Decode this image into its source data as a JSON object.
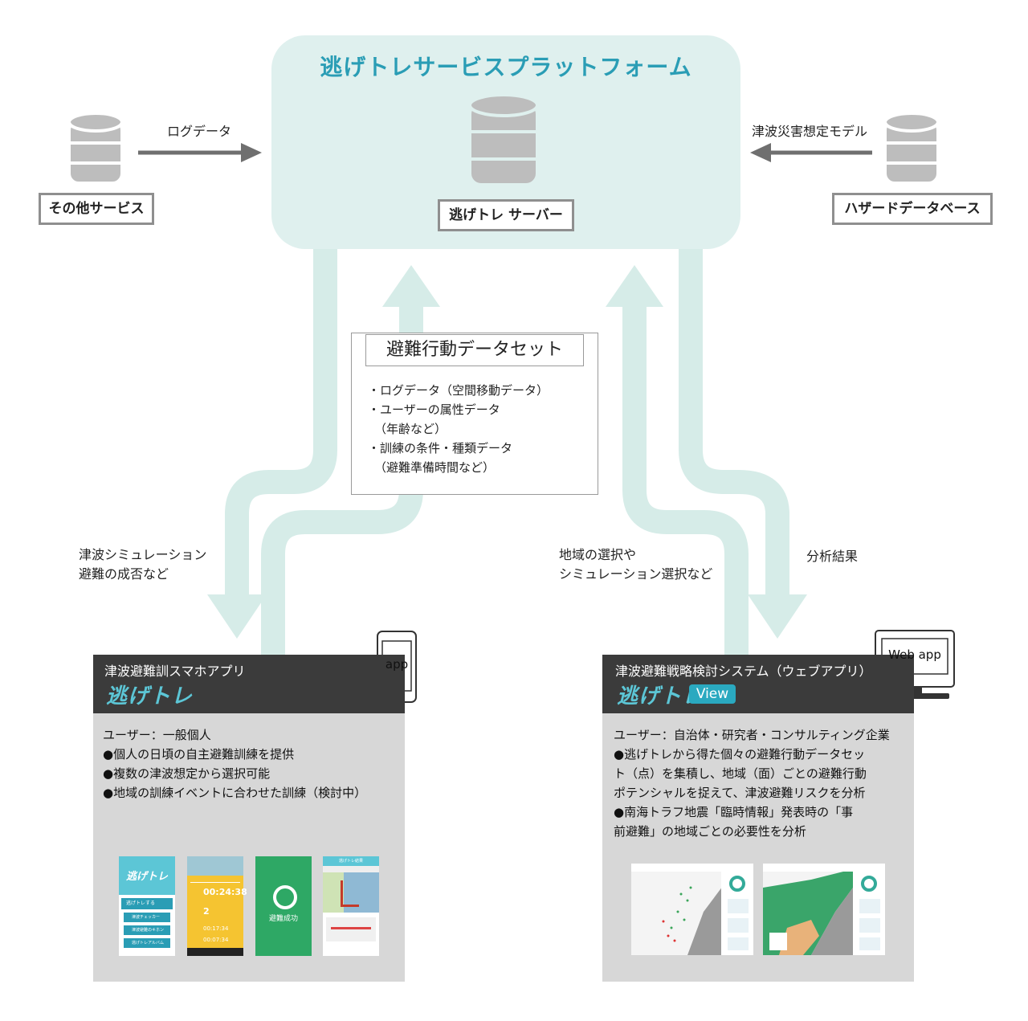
{
  "platform": {
    "title": "逃げトレサービスプラットフォーム",
    "server_label": "逃げトレ サーバー"
  },
  "left_source": {
    "label": "その他サービス",
    "arrow_label": "ログデータ"
  },
  "right_source": {
    "label": "ハザードデータベース",
    "arrow_label": "津波災害想定モデル"
  },
  "dataset": {
    "title": "避難行動データセット",
    "items": [
      "・ログデータ（空間移動データ）",
      "・ユーザーの属性データ",
      "（年齢など）",
      "・訓練の条件・種類データ",
      "（避難準備時間など）"
    ]
  },
  "flows": {
    "left_down": [
      "津波シミュレーション",
      "避難の成否など"
    ],
    "right_up": [
      "地域の選択や",
      "シミュレーション選択など"
    ],
    "right_down": "分析結果"
  },
  "left_panel": {
    "title": "津波避難訓スマホアプリ",
    "logo": "逃げトレ",
    "device_label": "app",
    "user": "ユーザー：一般個人",
    "bullets": [
      "●個人の日頃の自主避難訓練を提供",
      "●複数の津波想定から選択可能",
      "●地域の訓練イベントに合わせた訓練（検討中）"
    ],
    "screens": {
      "s1_title": "逃げトレ",
      "s1_buttons": [
        "逃げトレする",
        "津波チェッカー",
        "津波避難のキホン",
        "逃げトレアルバム"
      ],
      "s2_time1": "00:24:38",
      "s2_count": "2",
      "s2_time2": "00:17:34",
      "s2_time3": "00:07:34",
      "s3_text": "避難成功",
      "s4_title": "逃げトレ結果"
    }
  },
  "right_panel": {
    "title": "津波避難戦略検討システム（ウェブアプリ）",
    "logo": "逃げトレ",
    "badge": "View",
    "device_label": "Web app",
    "user": "ユーザー：自治体・研究者・コンサルティング企業",
    "bullets": [
      "●逃げトレから得た個々の避難行動データセッ",
      "ト（点）を集積し、地域（面）ごとの避難行動",
      "ポテンシャルを捉えて、津波避難リスクを分析",
      "●南海トラフ地震「臨時情報」発表時の「事",
      "前避難」の地域ごとの必要性を分析"
    ]
  },
  "colors": {
    "platform_bg": "#dff0ee",
    "flow": "#d6ece8",
    "accent": "#2a9db5",
    "panel_bg": "#d7d7d7",
    "panel_head": "#3b3b3b"
  }
}
